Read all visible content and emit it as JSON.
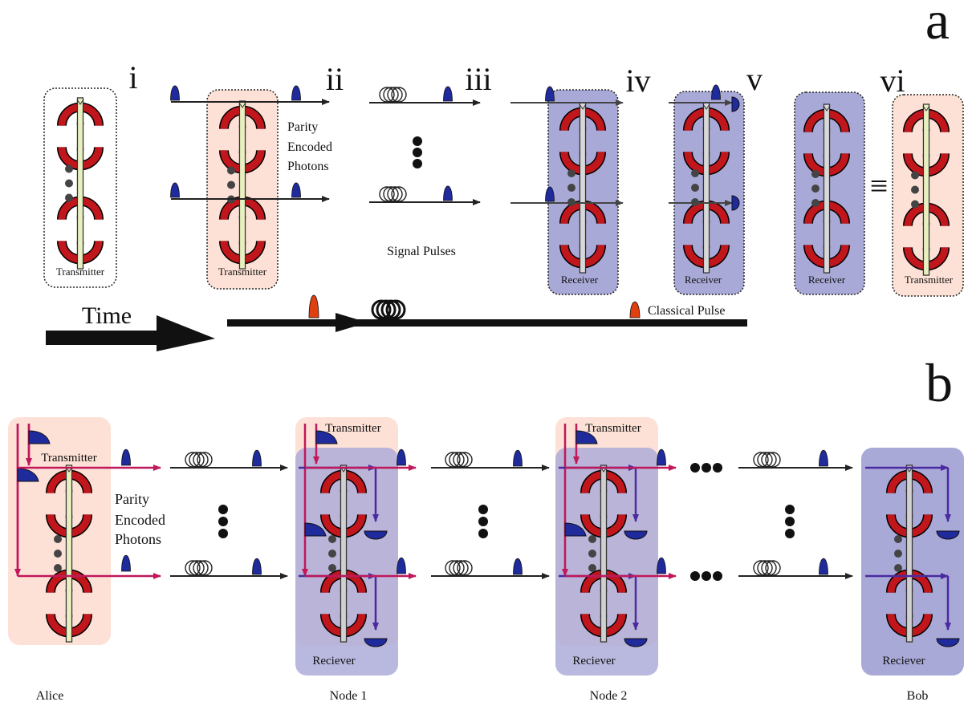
{
  "panels": {
    "a": "a",
    "b": "b"
  },
  "steps": [
    "i",
    "ii",
    "iii",
    "iv",
    "v",
    "vi"
  ],
  "labels": {
    "transmitter": "Transmitter",
    "receiver": "Receiver",
    "reciever": "Reciever",
    "parity": [
      "Parity",
      "Encoded",
      "Photons"
    ],
    "signal_pulses": "Signal Pulses",
    "time": "Time",
    "classical_pulse": "Classical Pulse",
    "equiv": "≡"
  },
  "nodes": [
    "Alice",
    "Node 1",
    "Node 2",
    "Bob"
  ],
  "colors": {
    "transmitter_bg": "#fde1d6",
    "receiver_bg": "#a9a9d8",
    "ring": "#c0161c",
    "photon": "#1f2a9c",
    "classical": "#e04010",
    "magenta_line": "#c0185a",
    "purple_line": "#4b2aa0"
  }
}
